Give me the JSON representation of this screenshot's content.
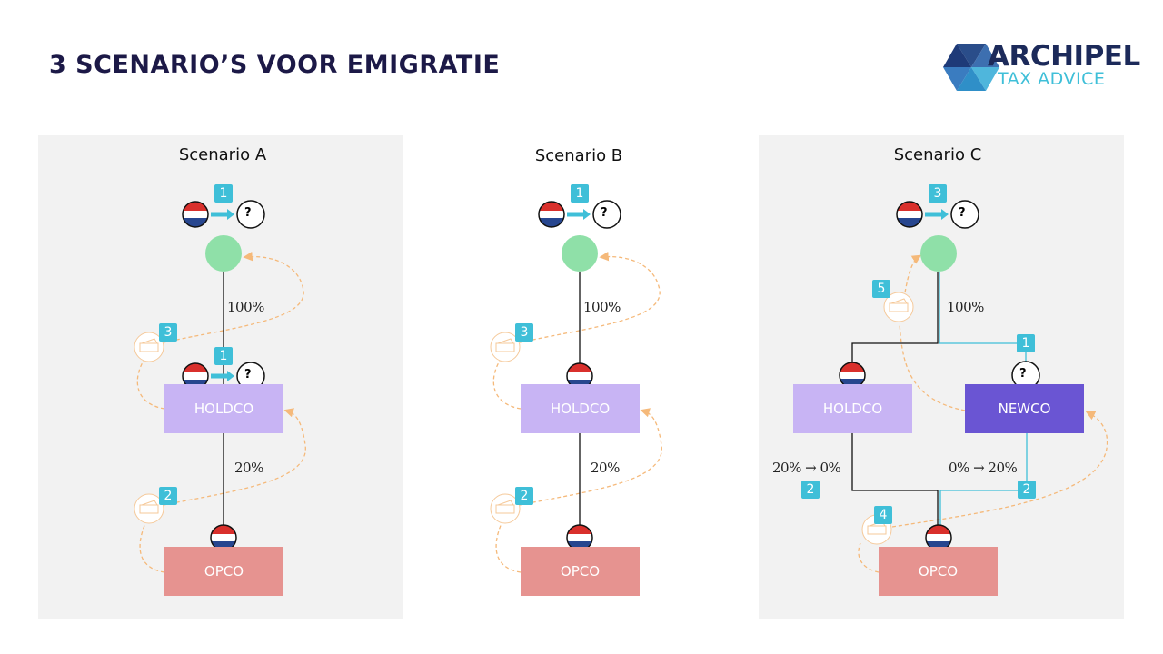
{
  "title": "3 SCENARIO’S VOOR EMIGRATIE",
  "logo": {
    "line1": "ARCHIPEL",
    "line2": "TAX ADVICE"
  },
  "colors": {
    "badge": "#3fbfd8",
    "green": "#8fe0a8",
    "holdco": "#c8b4f4",
    "newco": "#6a55d3",
    "opco": "#e69390",
    "dashed": "#f5b97a"
  },
  "scenarios": [
    {
      "title": "Scenario A",
      "badge_top": "1",
      "badge_holdco": "1",
      "badge_dividend_top": "3",
      "badge_dividend_bottom": "2",
      "pct_top": "100%",
      "pct_bottom": "20%",
      "holdco": "HOLDCO",
      "opco": "OPCO",
      "question": "?"
    },
    {
      "title": "Scenario B",
      "badge_top": "1",
      "badge_dividend_top": "3",
      "badge_dividend_bottom": "2",
      "pct_top": "100%",
      "pct_bottom": "20%",
      "holdco": "HOLDCO",
      "opco": "OPCO",
      "question": "?"
    },
    {
      "title": "Scenario C",
      "badge_top": "3",
      "badge_newco": "1",
      "badge_holdco_share": "2",
      "badge_newco_share": "2",
      "badge_dividend_opco": "4",
      "badge_dividend_newco": "5",
      "pct_top": "100%",
      "pct_holdco": "20% → 0%",
      "pct_newco": "0% → 20%",
      "holdco": "HOLDCO",
      "newco": "NEWCO",
      "opco": "OPCO",
      "question": "?"
    }
  ]
}
